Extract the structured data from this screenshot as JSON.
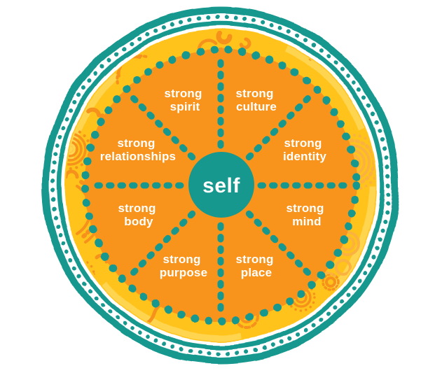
{
  "diagram": {
    "type": "wellbeing-wheel",
    "center": {
      "label": "self"
    },
    "segments": [
      {
        "name": "strong spirit",
        "line1": "strong",
        "line2": "spirit",
        "position": "top-left"
      },
      {
        "name": "strong culture",
        "line1": "strong",
        "line2": "culture",
        "position": "top-right"
      },
      {
        "name": "strong relationships",
        "line1": "strong",
        "line2": "relationships",
        "position": "left-upper"
      },
      {
        "name": "strong identity",
        "line1": "strong",
        "line2": "identity",
        "position": "right-upper"
      },
      {
        "name": "strong body",
        "line1": "strong",
        "line2": "body",
        "position": "left-lower"
      },
      {
        "name": "strong mind",
        "line1": "strong",
        "line2": "mind",
        "position": "right-lower"
      },
      {
        "name": "strong purpose",
        "line1": "strong",
        "line2": "purpose",
        "position": "bottom-left"
      },
      {
        "name": "strong place",
        "line1": "strong",
        "line2": "place",
        "position": "bottom-right"
      }
    ]
  },
  "colors": {
    "teal": "#17988F",
    "orange": "#F8941D",
    "yellow": "#FFC31D",
    "yellow_light": "#FFD44F",
    "motif": "#F6921B",
    "motif_light": "#FBB23E",
    "label_text": "#FFFFFF",
    "background": "#FFFFFF"
  }
}
